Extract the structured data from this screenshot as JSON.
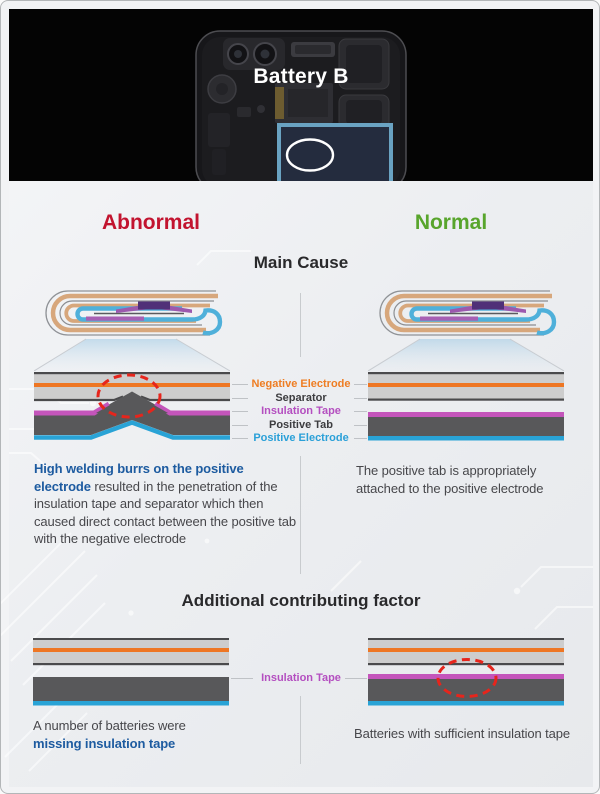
{
  "hero": {
    "title": "Battery B"
  },
  "headers": {
    "abnormal": "Abnormal",
    "normal": "Normal"
  },
  "main_cause": {
    "title": "Main Cause",
    "layer_labels": [
      {
        "label": "Negative Electrode",
        "color": "#ee7d23"
      },
      {
        "label": "Separator",
        "color": "#3c3c3f"
      },
      {
        "label": "Insulation Tape",
        "color": "#b44fc0"
      },
      {
        "label": "Positive Tab",
        "color": "#3c3c3f"
      },
      {
        "label": "Positive Electrode",
        "color": "#2aa0d8"
      }
    ],
    "abnormal_caption": {
      "highlight": "High welding burrs on the positive electrode",
      "rest": " resulted in the penetration of the insulation tape and separator which then caused direct contact between the positive tab with the negative electrode"
    },
    "normal_caption": "The positive tab is appropriately attached to the positive electrode"
  },
  "additional": {
    "title": "Additional contributing factor",
    "insulation_label": "Insulation Tape",
    "abnormal_caption": {
      "plain": "A number of batteries were",
      "highlight": "missing insulation tape"
    },
    "normal_caption": "Batteries with sufficient insulation tape"
  },
  "colors": {
    "abnormal_header": "#c2142f",
    "normal_header": "#58a52c",
    "highlight_blue": "#1d5ba0",
    "negative_electrode": "#ee7623",
    "separator": "#4a4a4c",
    "insulation_tape": "#c455bb",
    "positive_tab": "#58585a",
    "positive_electrode": "#29a3d6",
    "defect_circle": "#e6251c",
    "jelly_outer_tan": "#d7a77c",
    "jelly_blue": "#4fb0da",
    "jelly_purple": "#9c59ae",
    "jelly_tab_purple": "#503078"
  }
}
